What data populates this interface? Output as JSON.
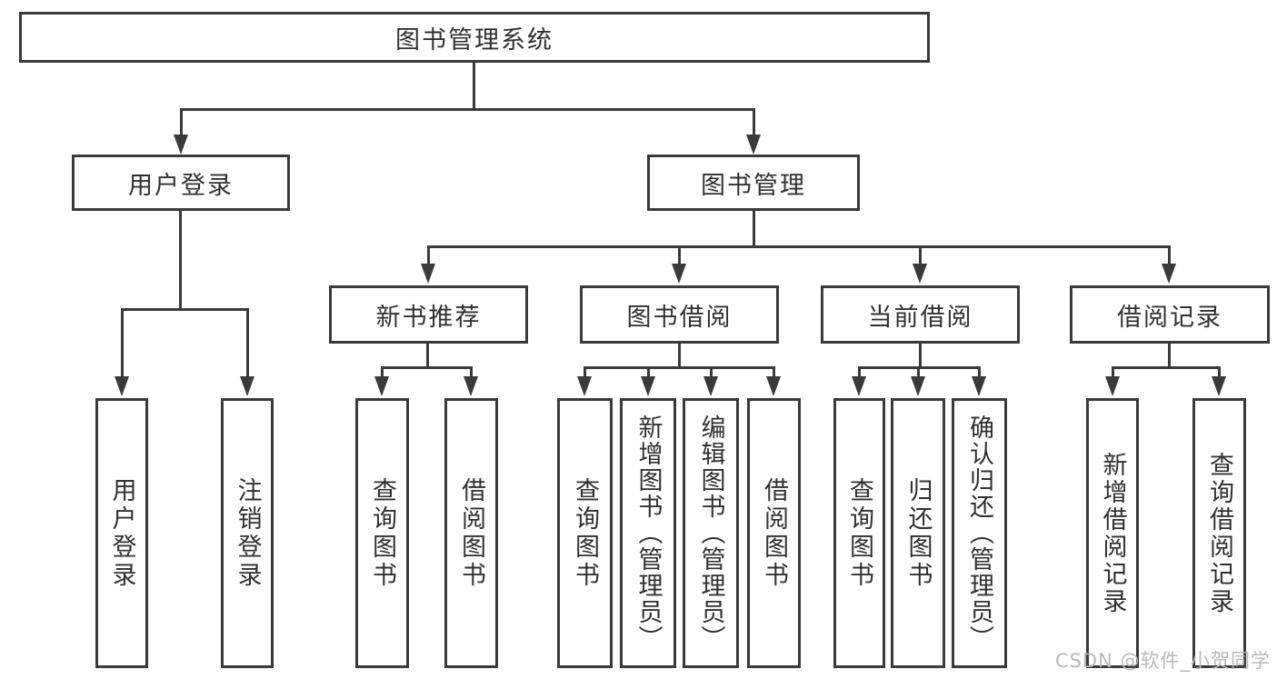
{
  "diagram": {
    "title": "图书管理系统",
    "branches": [
      {
        "label": "用户登录",
        "children": [
          "用户登录",
          "注销登录"
        ]
      },
      {
        "label": "图书管理",
        "children": [
          {
            "label": "新书推荐",
            "children": [
              "查询图书",
              "借阅图书"
            ]
          },
          {
            "label": "图书借阅",
            "children": [
              "查询图书",
              "新增图书（管理员）",
              "编辑图书（管理员）",
              "借阅图书"
            ]
          },
          {
            "label": "当前借阅",
            "children": [
              "查询图书",
              "归还图书",
              "确认归还（管理员）"
            ]
          },
          {
            "label": "借阅记录",
            "children": [
              "新增借阅记录",
              "查询借阅记录"
            ]
          }
        ]
      }
    ],
    "watermark": "CSDN @软件_小贺同学",
    "colors": {
      "line": "#3a3a3a",
      "text": "#303030",
      "watermark": "#b9b9b9",
      "background": "#ffffff"
    }
  }
}
